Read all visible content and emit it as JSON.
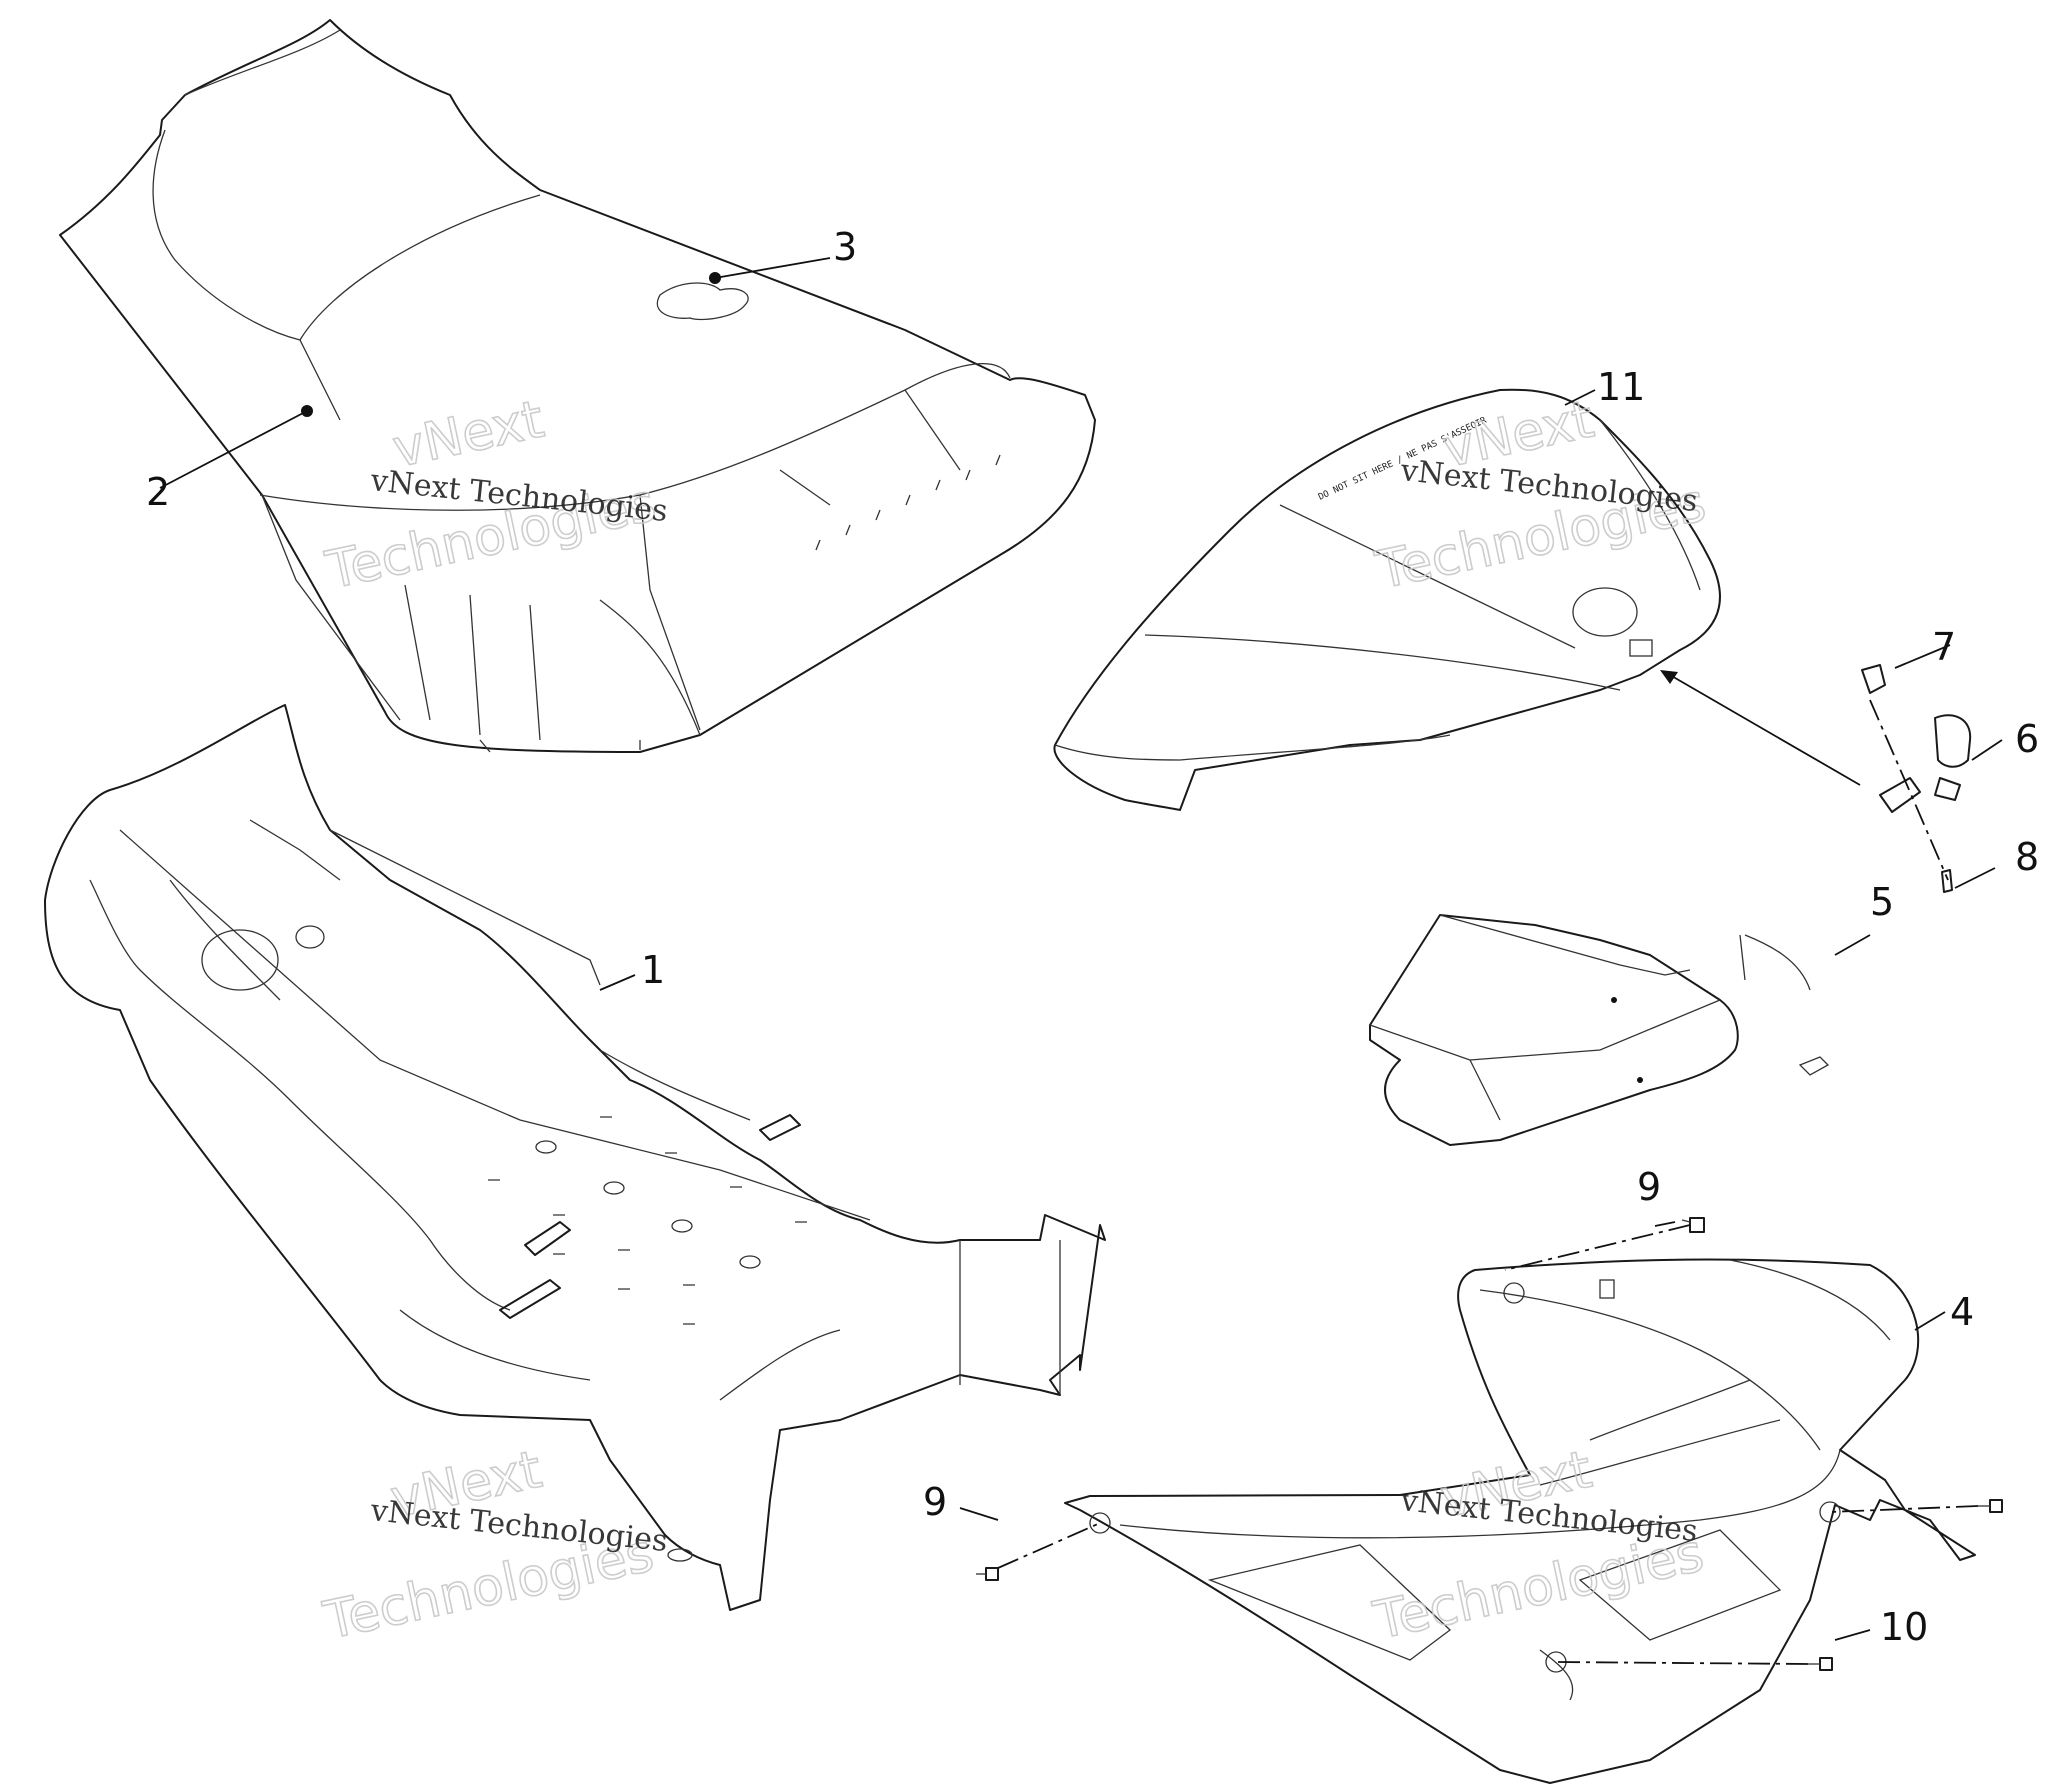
{
  "callouts": {
    "c1": "1",
    "c2": "2",
    "c3": "3",
    "c4": "4",
    "c5": "5",
    "c6": "6",
    "c7": "7",
    "c8": "8",
    "c9a": "9",
    "c9b": "9",
    "c10": "10",
    "c11": "11"
  },
  "watermark": {
    "line1": "vNext Technologies",
    "big_a": "vNext",
    "big_b": "Technologies"
  },
  "decal_text": "DO NOT SIT HERE / NE PAS S'ASSEOIR"
}
